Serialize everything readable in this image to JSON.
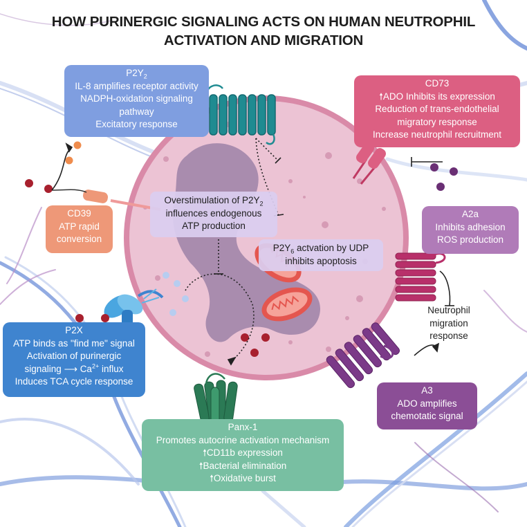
{
  "title": {
    "line1": "HOW PURINERGIC SIGNALING ACTS ON HUMAN NEUTROPHIL",
    "line2": "ACTIVATION AND MIGRATION"
  },
  "labels": {
    "p2y2": {
      "name": "P2Y",
      "name_sub": "2",
      "line1": "IL-8 amplifies receptor activity",
      "line2": "NADPH-oxidation signaling",
      "line3": "pathway",
      "line4": "Excitatory response"
    },
    "cd73": {
      "name": "CD73",
      "line1": "ADO Inhibits its expression",
      "line2": "Reduction of trans-endothelial",
      "line3": "migratory response",
      "line4": "Increase neutrophil recruitment"
    },
    "cd39": {
      "name": "CD39",
      "line1": "ATP rapid",
      "line2": "conversion"
    },
    "a2a": {
      "name": "A2a",
      "line1": "Inhibits adhesion",
      "line2": "ROS production"
    },
    "overstim": {
      "line1_pre": "Overstimulation of P2Y",
      "line1_sub": "2",
      "line2": "influences endogenous",
      "line3": "ATP production"
    },
    "p2y6": {
      "line1_pre": "P2Y",
      "line1_sub": "6",
      "line1_post": " actvation by UDP",
      "line2": "inhibits apoptosis"
    },
    "neutrophil": {
      "line1": "Neutrophil",
      "line2": "migration",
      "line3": "response"
    },
    "p2x": {
      "name": "P2X",
      "line1": "ATP binds as \"find me\" signal",
      "line2": "Activation of purinergic",
      "line3_pre": "signaling",
      "line3_ca": "Ca",
      "line3_sup": "2+",
      "line3_post": " influx",
      "line4": "Induces TCA cycle response"
    },
    "a3": {
      "name": "A3",
      "line1": "ADO amplifies",
      "line2": "chemotatic signal"
    },
    "panx": {
      "name": "Panx-1",
      "line1": "Promotes autocrine activation mechanism",
      "line2": "CD11b expression",
      "line3": "Bacterial elimination",
      "line4": "Oxidative burst"
    }
  },
  "colors": {
    "p2y2_box": "#7f9ee0",
    "cd73_box": "#dc5f82",
    "cd39_box": "#ee9878",
    "a2a_box": "#b07bb8",
    "p2x_box": "#3f84cf",
    "a3_box": "#8b4e96",
    "panx_box": "#78bfa2",
    "cell_membrane": "#d98aa8",
    "cytoplasm": "#ecc3d4",
    "nucleus": "#a98cae",
    "mitochondria": "#e4564f",
    "atp_dots": "#a8202e",
    "ado_dots": "#6a2f74"
  }
}
